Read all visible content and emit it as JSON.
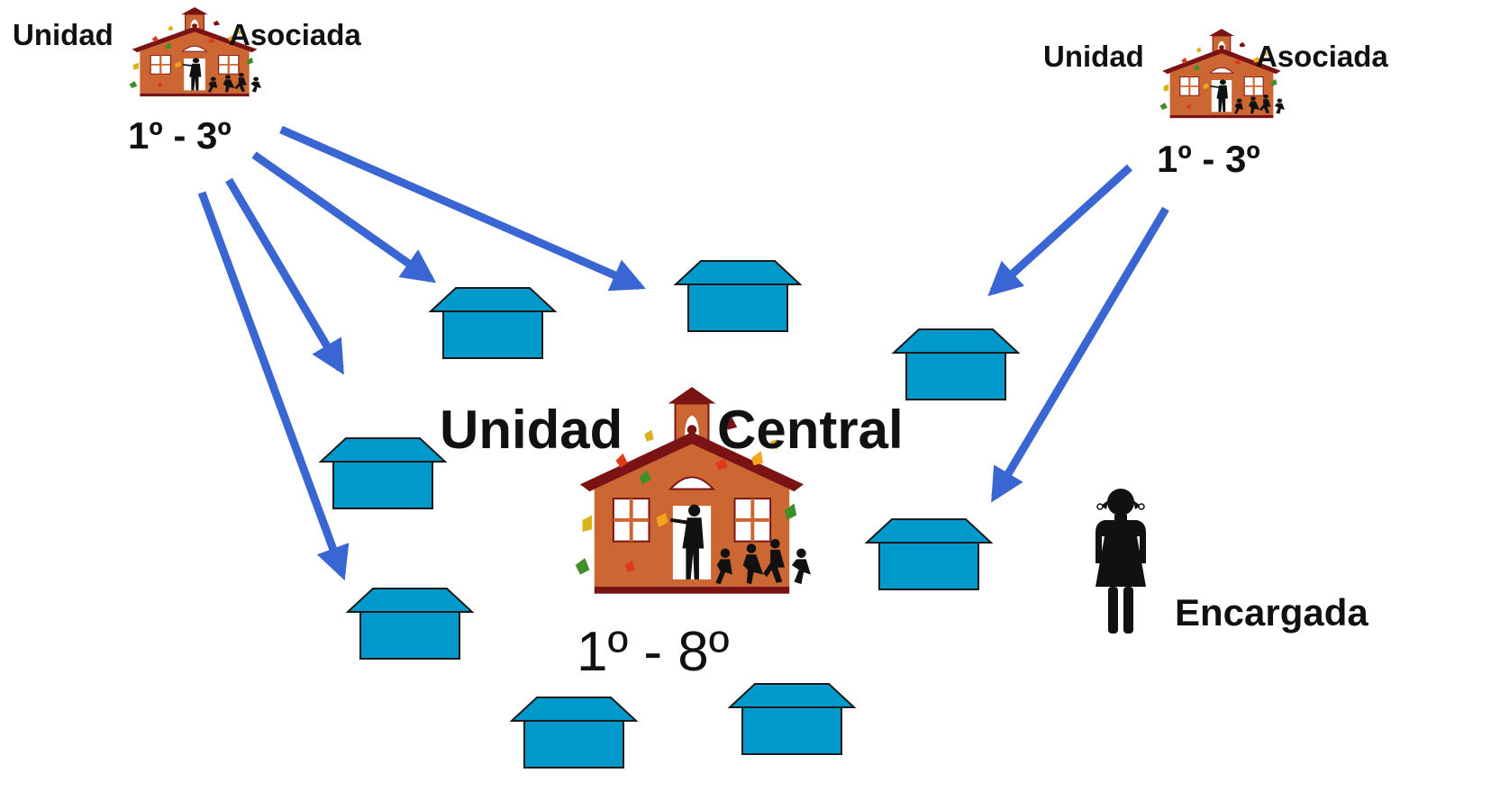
{
  "colors": {
    "arrow": "#3a66d4",
    "house_fill": "#0099cc",
    "house_stroke": "#1a1a1a",
    "school_wall": "#cc6633",
    "school_roof": "#7a1414",
    "text": "#111111"
  },
  "associated_left": {
    "word1": "Unidad",
    "word2": "Asociada",
    "grades": "1º - 3º"
  },
  "associated_right": {
    "word1": "Unidad",
    "word2": "Asociada",
    "grades": "1º - 3º"
  },
  "central": {
    "word1": "Unidad",
    "word2": "Central",
    "grades": "1º - 8º"
  },
  "encargada": {
    "label": "Encargada",
    "icon": "woman-icon"
  },
  "icons": {
    "school": "schoolhouse-icon",
    "house": "house-icon",
    "arrow": "arrow-icon"
  }
}
